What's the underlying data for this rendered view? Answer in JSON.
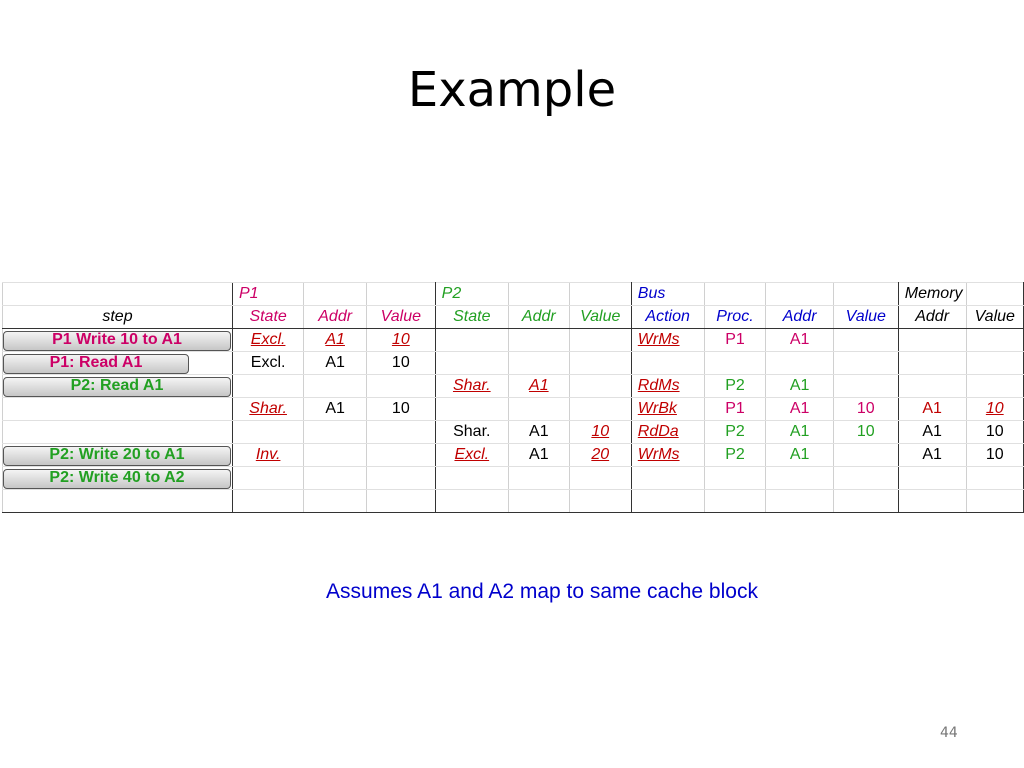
{
  "slide": {
    "title": "Example",
    "footnote": "Assumes A1 and A2 map to same cache block",
    "page_number": "44"
  },
  "colors": {
    "p1": "#cc0066",
    "p2": "#22a022",
    "bus": "#0000cc",
    "changed": "#c00000",
    "text": "#000000"
  },
  "table": {
    "group_headers": [
      "",
      "P1",
      "",
      "",
      "P2",
      "",
      "",
      "Bus",
      "",
      "",
      "",
      "Memory",
      ""
    ],
    "column_headers": [
      "step",
      "State",
      "Addr",
      "Value",
      "State",
      "Addr",
      "Value",
      "Action",
      "Proc.",
      "Addr",
      "Value",
      "Addr",
      "Value"
    ],
    "rows": [
      {
        "step": "P1 Write 10 to A1",
        "cells": [
          "Excl.",
          "A1",
          "10",
          "",
          "",
          "",
          "WrMs",
          "P1",
          "A1",
          "",
          "",
          ""
        ]
      },
      {
        "step": "P1: Read A1",
        "cells": [
          "Excl.",
          "A1",
          "10",
          "",
          "",
          "",
          "",
          "",
          "",
          "",
          "",
          ""
        ]
      },
      {
        "step": "P2: Read A1",
        "cells": [
          "",
          "",
          "",
          "Shar.",
          "A1",
          "",
          "RdMs",
          "P2",
          "A1",
          "",
          "",
          ""
        ]
      },
      {
        "step": "",
        "cells": [
          "Shar.",
          "A1",
          "10",
          "",
          "",
          "",
          "WrBk",
          "P1",
          "A1",
          "10",
          "A1",
          "10"
        ]
      },
      {
        "step": "",
        "cells": [
          "",
          "",
          "",
          "Shar.",
          "A1",
          "10",
          "RdDa",
          "P2",
          "A1",
          "10",
          "A1",
          "10"
        ]
      },
      {
        "step": "P2: Write 20 to A1",
        "cells": [
          "Inv.",
          "",
          "",
          "Excl.",
          "A1",
          "20",
          "WrMs",
          "P2",
          "A1",
          "",
          "A1",
          "10"
        ]
      },
      {
        "step": "P2: Write 40 to A2",
        "cells": [
          "",
          "",
          "",
          "",
          "",
          "",
          "",
          "",
          "",
          "",
          "",
          ""
        ]
      },
      {
        "step": "",
        "cells": [
          "",
          "",
          "",
          "",
          "",
          "",
          "",
          "",
          "",
          "",
          "",
          ""
        ]
      }
    ]
  }
}
